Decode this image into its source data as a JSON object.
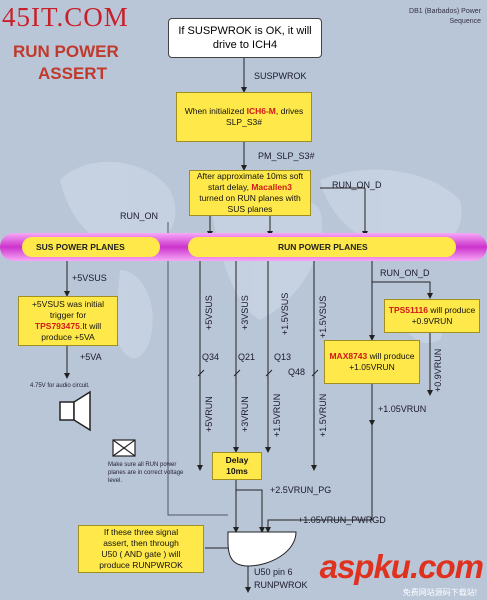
{
  "watermark_tl": "45IT.COM",
  "title_line1": "RUN POWER",
  "title_line2": "ASSERT",
  "header_right_line1": "DB1 (Barbados) Power",
  "header_right_line2": "Sequence",
  "top_box": {
    "line1": "If SUSPWROK is OK, it will",
    "line2": "drive to ICH4"
  },
  "labels": {
    "suspwrok": "SUSPWROK",
    "pm_slp_s3": "PM_SLP_S3#",
    "run_on_d_top": "RUN_ON_D",
    "run_on": "RUN_ON",
    "sus_power_planes": "SUS POWER PLANES",
    "run_power_planes": "RUN POWER PLANES",
    "plus5vsus": "+5VSUS",
    "run_on_d_right": "RUN_ON_D",
    "plus5va": "+5VA",
    "q34": "Q34",
    "q21": "Q21",
    "q13": "Q13",
    "q48": "Q48",
    "audio_note": "4.75V for audio circuit.",
    "note_line1": "Make sure all RUN power",
    "note_line2": "planes are in correct voltage",
    "note_line3": "level.",
    "plus2v5_pg": "+2.5VRUN_PG",
    "plus1v05_pwrgd": "+1.05VRUN_PWRGD",
    "plus1v05run_right": "+1.05VRUN",
    "u50": "U50 pin 6",
    "runpwrok": "RUNPWROK"
  },
  "vertical_labels": {
    "v5vsus": "+5VSUS",
    "v3vsus": "+3VSUS",
    "v15vsus_a": "+1.5VSUS",
    "v15vsus_b": "+1.5VSUS",
    "v5vrun": "+5VRUN",
    "v3vrun": "+3VRUN",
    "v15vrun_a": "+1.5VRUN",
    "v15vrun_b": "+1.5VRUN",
    "v09vrun": "+0.9VRUN"
  },
  "box_ich6": {
    "pre": "When initialized ",
    "chip": "ICH6-M",
    "post": ", drives",
    "line2": "SLP_S3#"
  },
  "box_delay": {
    "line1": "After approximate 10ms soft",
    "line2_pre": "start delay, ",
    "chip": "Macallen3",
    "line3": "turned on RUN planes with",
    "line4": "SUS planes"
  },
  "box_tps79": {
    "line1": "+5VSUS was initial",
    "line2": "trigger for",
    "chip": "TPS793475",
    "post": ".It will",
    "line4": "produce +5VA"
  },
  "box_tps51": {
    "chip": "TPS51116",
    "post": " will produce",
    "line2": "+0.9VRUN"
  },
  "box_max": {
    "chip": "MAX8743",
    "post": " will produce",
    "line2": "+1.05VRUN"
  },
  "box_delay10": {
    "line1": "Delay",
    "line2": "10ms"
  },
  "box_and": {
    "line1": "If these three signal",
    "line2": "assert, then through",
    "line3": "U50 ( AND gate ) will",
    "line4": "produce RUNPWROK"
  },
  "watermark_br": "aspku.com",
  "watermark_br2": "免费网站源码下载站!",
  "colors": {
    "background": "#b9c6d8",
    "box_fill": "#ffe94a",
    "plane_fill": "#ffe94a",
    "plane_tube": "#cc33cc",
    "chip_red": "#d01818",
    "title_red": "#c0392b"
  }
}
